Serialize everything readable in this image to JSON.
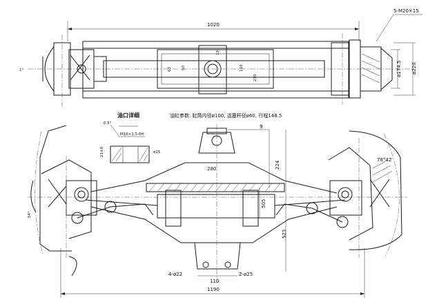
{
  "top_view": {
    "dim_overall": "1020",
    "dim_bolt": "5-M20×15",
    "dim_angle": "1°",
    "dim_d174": "ø174.5",
    "dim_d220": "ø220",
    "dim_63": "63",
    "dim_50": "50",
    "dim_13": "13",
    "dim_110": "110",
    "dim_210": "210"
  },
  "notes": {
    "oil_port_detail": "油口详细",
    "cylinder_params": "油缸参数: 缸筒内径ø100, 活塞杆径ø60, 行程148.5"
  },
  "oil_port": {
    "angle": "0.5°",
    "thread": "M16×1.5-6H",
    "dim_a": "21±0",
    "dim_b": "ø15"
  },
  "front_view": {
    "dim_9": "9",
    "dim_280": "280",
    "dim_224": "224",
    "dim_505": "505",
    "dim_523": "523",
    "dim_steer_angle": "78°42′",
    "dim_left_angle": "54°",
    "dim_holes": "4-ø22",
    "dim_pin": "2-ø25",
    "dim_110": "110",
    "dim_overall": "1190"
  }
}
